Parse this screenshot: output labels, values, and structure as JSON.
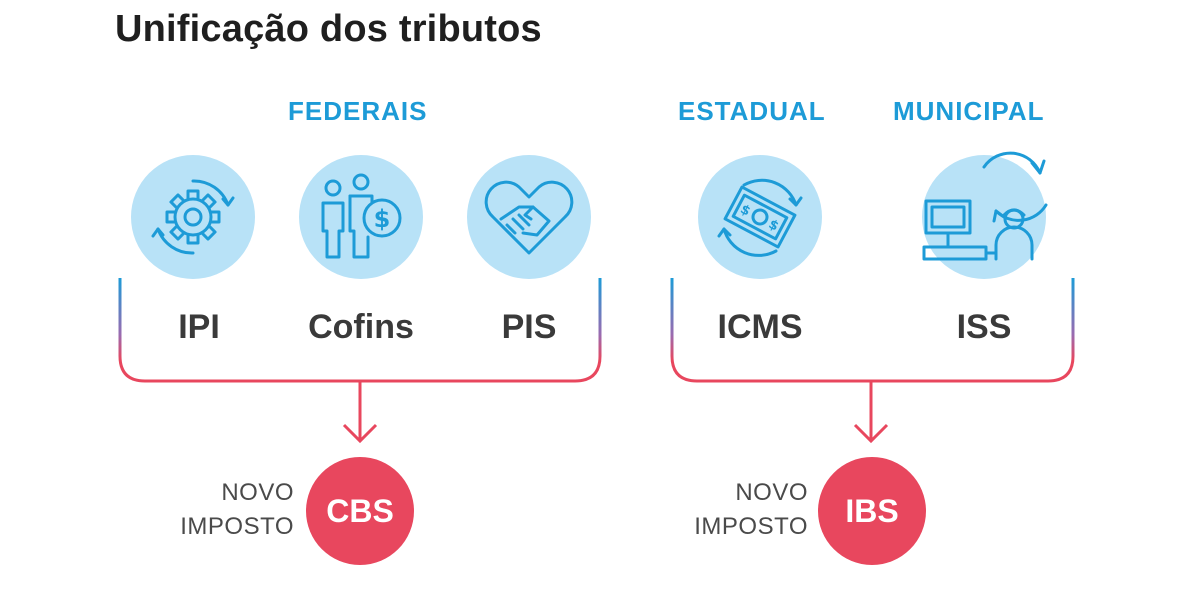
{
  "title": "Unificação dos tributos",
  "groups": {
    "federal": "FEDERAIS",
    "estadual": "ESTADUAL",
    "municipal": "MUNICIPAL"
  },
  "taxes": {
    "ipi": "IPI",
    "cofins": "Cofins",
    "pis": "PIS",
    "icms": "ICMS",
    "iss": "ISS"
  },
  "results": {
    "cbs": {
      "prefix_line1": "NOVO",
      "prefix_line2": "IMPOSTO",
      "name": "CBS"
    },
    "ibs": {
      "prefix_line1": "NOVO",
      "prefix_line2": "IMPOSTO",
      "name": "IBS"
    }
  },
  "colors": {
    "accent_blue": "#1d9bd7",
    "icon_bg": "#b8e2f7",
    "result_red": "#e8475e"
  }
}
